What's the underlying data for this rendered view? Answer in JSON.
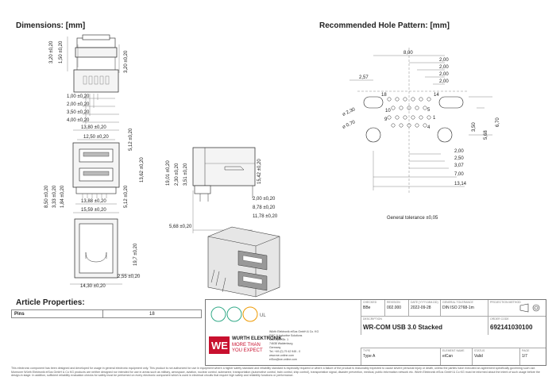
{
  "sections": {
    "dimensions": "Dimensions: [mm]",
    "hole_pattern": "Recommended Hole Pattern: [mm]",
    "article_properties": "Article Properties:"
  },
  "dims_top": {
    "d1": "3,20 ±0,20",
    "d2": "1,50 ±0,20",
    "d3": "3,20 ±0,20",
    "d4": "1,00 ±0,20",
    "d5": "2,00 ±0,20",
    "d6": "3,50 ±0,20",
    "d7": "4,00 ±0,20",
    "d8": "13,80 ±0,20",
    "d9": "12,50 ±0,20"
  },
  "dims_front": {
    "h1": "5,12 ±0,20",
    "h2": "13,62 ±0,20",
    "h3": "8,50 ±0,20",
    "h4": "3,33 ±0,20",
    "h5": "1,84 ±0,20",
    "h6": "5,12 ±0,20",
    "w1": "13,88 ±0,20",
    "w2": "15,59 ±0,20"
  },
  "dims_bottom": {
    "h1": "19,7 ±0,20",
    "w1": "2,55 ±0,20",
    "w2": "14,30 ±0,20"
  },
  "dims_side": {
    "v1": "19,01 ±0,20",
    "v2": "2,30 ±0,20",
    "v3": "3,51 ±0,20",
    "v4": "15,42 ±0,20",
    "w1": "2,00 ±0,20",
    "w2": "8,78 ±0,20",
    "w3": "11,78 ±0,20",
    "w4": "5,68 ±0,20"
  },
  "hole": {
    "top": [
      "8,00",
      "2,00",
      "2,00",
      "2,00",
      "2,00"
    ],
    "left": "2,57",
    "dia_big": "⌀ 2,30",
    "dia_small": "⌀ 0,70",
    "pins": [
      "18",
      "10",
      "9",
      "1",
      "14",
      "5",
      "4"
    ],
    "right": [
      "3,50",
      "5,68",
      "6,70"
    ],
    "bottom": [
      "2,00",
      "2,50",
      "3,07",
      "7,00",
      "13,14"
    ],
    "tolerance": "General tolerance ±0,05"
  },
  "properties": {
    "rows": [
      {
        "label": "Pins",
        "value": "18"
      }
    ]
  },
  "title_block": {
    "company": "WURTH ELEKTRONIK",
    "tagline1": "MORE THAN",
    "tagline2": "YOU EXPECT",
    "title": "WR-COM USB 3.0 Stacked",
    "order_code_label": "ORDER CODE",
    "order_code": "692141030100",
    "checked_label": "CHECKED",
    "checked": "BBe",
    "revision_label": "REVISION",
    "revision": "002.000",
    "date_label": "DATE (YYYY-MM-DD)",
    "date": "2022-09-28",
    "tolerance_label": "GENERAL TOLERANCE",
    "tolerance": "DIN ISO 2768-1m",
    "projection_label": "PROJECTION METHOD",
    "description_label": "DESCRIPTION",
    "type_label": "TYPE",
    "type": "Type A",
    "element_label": "ELEMENT NAME",
    "element": "eiCan",
    "status_label": "STATUS",
    "status": "Valid",
    "page_label": "PAGE",
    "page": "1/7",
    "address": [
      "Würth Elektronik eiSos GmbH & Co. KG",
      "EMC & Inductive Solutions",
      "Max-Eyth-Str. 1",
      "74638 Waldenburg",
      "Germany",
      "Tel. +49 (0) 79 42 945 - 0",
      "www.we-online.com",
      "eiSos@we-online.com"
    ]
  },
  "disclaimer": "This electronic component has been designed and developed for usage in general electronic equipment only. This product is not authorized for use in equipment where a higher safety standard and reliability standard is especially required or where a failure of the product is reasonably expected to cause severe personal injury or death, unless the parties have executed an agreement specifically governing such use. Moreover Würth Elektronik eiSos GmbH & Co KG products are neither designed nor intended for use in areas such as military, aerospace, aviation, nuclear control, submarine, transportation (automotive control, train control, ship control), transportation signal, disaster prevention, medical, public information network etc. Würth Elektronik eiSos GmbH & Co KG must be informed about the intent of such usage before the design-in stage. In addition, sufficient reliability evaluation checks for safety must be performed on every electronic component which is used in electrical circuits that require high safety and reliability functions or performance."
}
